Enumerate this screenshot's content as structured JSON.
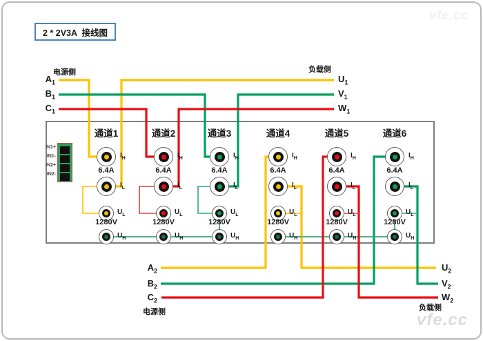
{
  "title": "2 * 2V3A  接线图",
  "watermark": "vfe.cc",
  "colors": {
    "phase_a_yellow": "#FCC200",
    "phase_b_green": "#009F5F",
    "phase_c_red": "#E60E14",
    "uh_bus_green": "#3FA57B",
    "uh_dot_green": "#1B6B44",
    "title_border_blue": "#4f81bd",
    "connector_green": "#2f9e5c"
  },
  "top_system": {
    "source_label": "电源侧",
    "load_label": "负载侧",
    "source_phases": [
      {
        "main": "A",
        "sub": "1"
      },
      {
        "main": "B",
        "sub": "1"
      },
      {
        "main": "C",
        "sub": "1"
      }
    ],
    "load_phases": [
      {
        "main": "U",
        "sub": "1"
      },
      {
        "main": "V",
        "sub": "1"
      },
      {
        "main": "W",
        "sub": "1"
      }
    ]
  },
  "bottom_system": {
    "source_label": "电源侧",
    "load_label": "负载侧",
    "source_phases": [
      {
        "main": "A",
        "sub": "2"
      },
      {
        "main": "B",
        "sub": "2"
      },
      {
        "main": "C",
        "sub": "2"
      }
    ],
    "load_phases": [
      {
        "main": "U",
        "sub": "2"
      },
      {
        "main": "V",
        "sub": "2"
      },
      {
        "main": "W",
        "sub": "2"
      }
    ]
  },
  "device": {
    "input_block": {
      "labels": [
        "IN1+",
        "IN1-",
        "IN2+",
        "IN2-"
      ]
    },
    "terminal_labels": {
      "ih_main": "I",
      "ih_sub": "H",
      "il_main": "I",
      "il_sub": "L",
      "ul_main": "U",
      "ul_sub": "L",
      "uh_main": "U",
      "uh_sub": "H"
    },
    "channels": [
      {
        "label": "通道1",
        "current_rating": "6.4A",
        "voltage_rating": "1280V"
      },
      {
        "label": "通道2",
        "current_rating": "6.4A",
        "voltage_rating": "1280V"
      },
      {
        "label": "通道3",
        "current_rating": "6.4A",
        "voltage_rating": "1280V"
      },
      {
        "label": "通道4",
        "current_rating": "6.4A",
        "voltage_rating": "1280V"
      },
      {
        "label": "通道5",
        "current_rating": "6.4A",
        "voltage_rating": "1280V"
      },
      {
        "label": "通道6",
        "current_rating": "6.4A",
        "voltage_rating": "1280V"
      }
    ]
  }
}
